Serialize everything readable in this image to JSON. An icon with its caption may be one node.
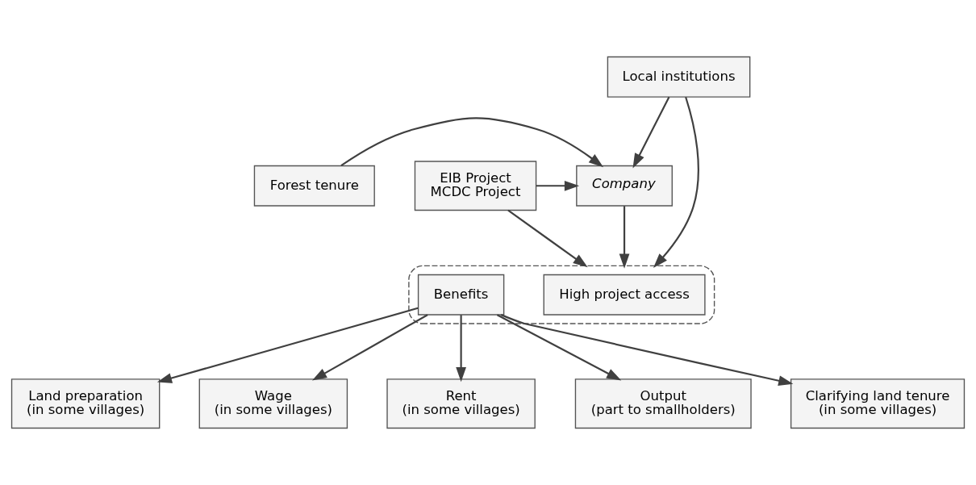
{
  "diagram": {
    "nodes": [
      {
        "text": [
          "Forest tenure"
        ]
      },
      {
        "text": [
          "Company"
        ]
      },
      {
        "text": [
          "EIB Project",
          "MCDC Project"
        ]
      },
      {
        "text": [
          "Local institutions"
        ]
      },
      {
        "text": [],
        "shape": "box"
      },
      {
        "text": [
          "High project access"
        ],
        "in": 4
      },
      {
        "text": [
          "Benefits"
        ],
        "in": 4
      },
      {
        "text": [
          "Land preparation",
          "(in some villages)"
        ]
      },
      {
        "text": [
          "Wage",
          "(in some villages)"
        ]
      },
      {
        "text": [
          "Rent",
          "(in some villages)"
        ]
      },
      {
        "text": [
          "Output",
          "(part to smallholders)"
        ]
      },
      {
        "text": [
          "Clarifying land tenure",
          "(in some villages)"
        ]
      }
    ],
    "edges": [
      {
        "from": 0,
        "to": 1,
        "arrow": "to"
      },
      {
        "from": 3,
        "to": 1,
        "arrow": "to"
      },
      {
        "from": 2,
        "to": 1,
        "arrow": "to"
      },
      {
        "from": 1,
        "to": 4,
        "arrow": "to"
      },
      {
        "from": 3,
        "to": 4,
        "arrow": "to"
      },
      {
        "from": 2,
        "to": 4,
        "arrow": "to"
      },
      {
        "from": 6,
        "to": 7,
        "arrow": "to"
      },
      {
        "from": 6,
        "to": 8,
        "arrow": "to"
      },
      {
        "from": 6,
        "to": 9,
        "arrow": "to"
      },
      {
        "from": 6,
        "to": 10,
        "arrow": "to"
      },
      {
        "from": 6,
        "to": 11,
        "arrow": "to"
      }
    ]
  }
}
